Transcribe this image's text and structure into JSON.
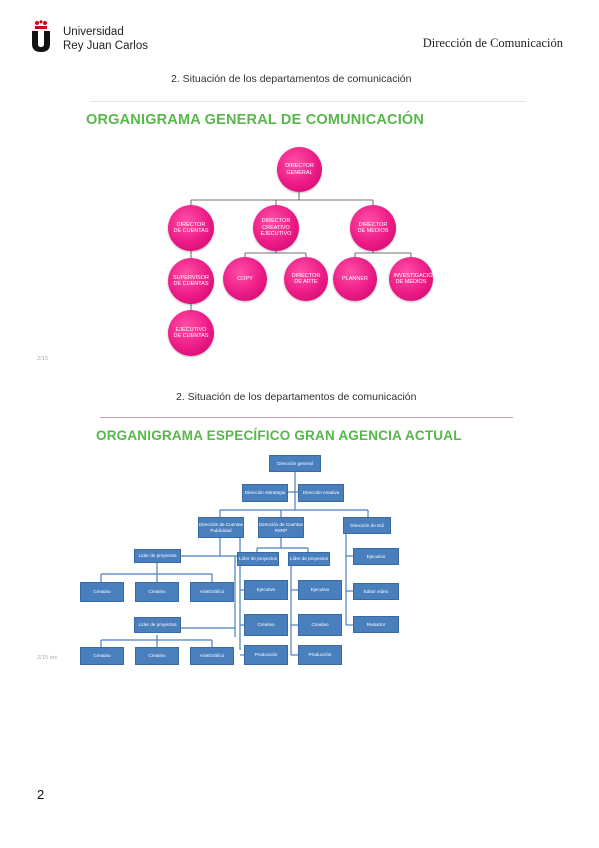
{
  "header": {
    "university_line1": "Universidad",
    "university_line2": "Rey Juan Carlos",
    "department": "Dirección de Comunicación"
  },
  "slide1": {
    "section_title": "2. Situación de los departamentos de comunicación",
    "heading": "ORGANIGRAMA GENERAL DE COMUNICACIÓN",
    "footnote": "2/15",
    "nodes": {
      "director_general": "DIRECTOR GENERAL",
      "director_cuentas": "DIRECTOR DE CUENTAS",
      "director_creativo": "DIRECTOR CREATIVO EJECUTIVO",
      "director_medios": "DIRECTOR DE MEDIOS",
      "supervisor_cuentas": "SUPERVISOR DE CUENTAS",
      "copy": "COPY",
      "director_arte": "DIRECTOR DE ARTE",
      "planner": "PLANNER",
      "investigacion_medios": "INVESTIGACIÓN DE MEDIOS",
      "ejecutivo_cuentas": "EJECUTIVO DE CUENTAS"
    }
  },
  "slide2": {
    "section_title": "2. Situación de los departamentos de comunicación",
    "heading": "ORGANIGRAMA ESPECÍFICO GRAN AGENCIA ACTUAL",
    "footnote": "2/15 etc",
    "nodes": {
      "direccion_general": "Dirección general",
      "direccion_estrategia": "Dirección estrategia",
      "direccion_creativa": "Dirección creativa",
      "dir_cuentas_publicidad": "Dirección de Cuentas Publicidad",
      "dir_cuentas_rsrp": "Dirección de Cuentas RSRP",
      "dir_medios_edi": "Dirección de Edi",
      "lider_proyectos_1": "Líder de proyectos",
      "lider_proyectos_2": "Líder de proyectos",
      "lider_proyectos_3": "Líder de proyectos",
      "lider_proyectos_4": "Líder de proyectos",
      "creativo_1": "Creativo",
      "creativo_2": "Creativo",
      "arte_grafico_1": "Arte/Gráfico",
      "creativo_3": "Creativo",
      "creativo_4": "Creativo",
      "arte_grafico_2": "Arte/Gráfico",
      "ejecutivo_1": "Ejecutivo",
      "creativo_5": "Creativo",
      "produccion_1": "Producción",
      "ejecutivo_2": "Ejecutivo",
      "creativo_6": "Creativo",
      "produccion_2": "Producción",
      "ejecutivo_3": "Ejecutivo",
      "editor_video": "Editor vídeo",
      "redactor": "Redactor"
    }
  },
  "page_number": "2"
}
